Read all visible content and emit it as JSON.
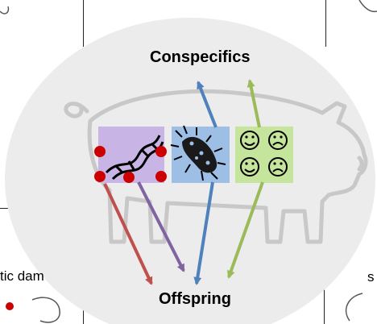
{
  "labels": {
    "top": "Conspecifics",
    "bottom": "Offspring",
    "left_fragment": "tic dam",
    "right_fragment": "s"
  },
  "icons": [
    {
      "name": "dna-icon",
      "color": "#c9b4e6"
    },
    {
      "name": "bacteria-icon",
      "color": "#9dbfe6"
    },
    {
      "name": "smiley-faces-icon",
      "color": "#c6e59c"
    }
  ],
  "colors": {
    "background_ellipse": "#ececec",
    "pig_outline": "#c8c8c8",
    "marker_red": "#cc0000",
    "arrow_genetic": "#c0504d",
    "arrow_genetic_purple": "#8064a2",
    "arrow_microbial": "#4f81bd",
    "arrow_behavioral": "#9bbb59"
  }
}
